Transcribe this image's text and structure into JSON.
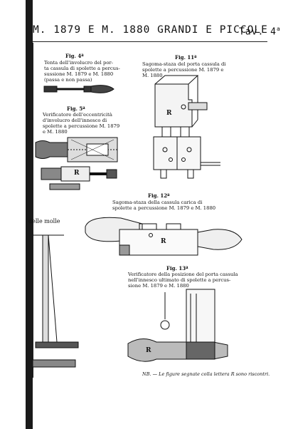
{
  "header": {
    "title": "M. 1879 E M. 1880 GRANDI E PICCOLE",
    "tav": "Tav. 4",
    "tav_sup": "a"
  },
  "figures": {
    "fig4": {
      "label": "Fig. 4ª",
      "caption": [
        "Tenta dell'involucro del por-",
        "ta cassula di spolette a percus-",
        "sussione M. 1879 e M. 1880",
        "(passa e non passa)"
      ]
    },
    "fig5": {
      "label": "Fig. 5ª",
      "caption": [
        "Verificatore dell'eccentricità",
        "d'involucro dell'innesco di",
        "spolette a percussione M. 1879",
        "e M. 1880"
      ]
    },
    "fig11": {
      "label": "Fig. 11ª",
      "caption": [
        "Sagoma-staza del porta cassula di",
        "spolette a percussione M. 1879 e",
        "M. 1880"
      ]
    },
    "fig12": {
      "label": "Fig. 12ª",
      "caption": [
        "Sagoma-staza della cassula carica di",
        "spolette a percussione M. 1879 e M. 1880"
      ]
    },
    "fig13": {
      "label": "Fig. 13ª",
      "caption": [
        "Verificatore della posizione del porta cassula",
        "nell'innesco ultimato di spolette a percus-",
        "sione M. 1879 e M. 1880"
      ]
    }
  },
  "margin_text": "delle molle",
  "note": "NB. — Le figure segnate colla lettera R sono riscontri.",
  "r_label": "R"
}
